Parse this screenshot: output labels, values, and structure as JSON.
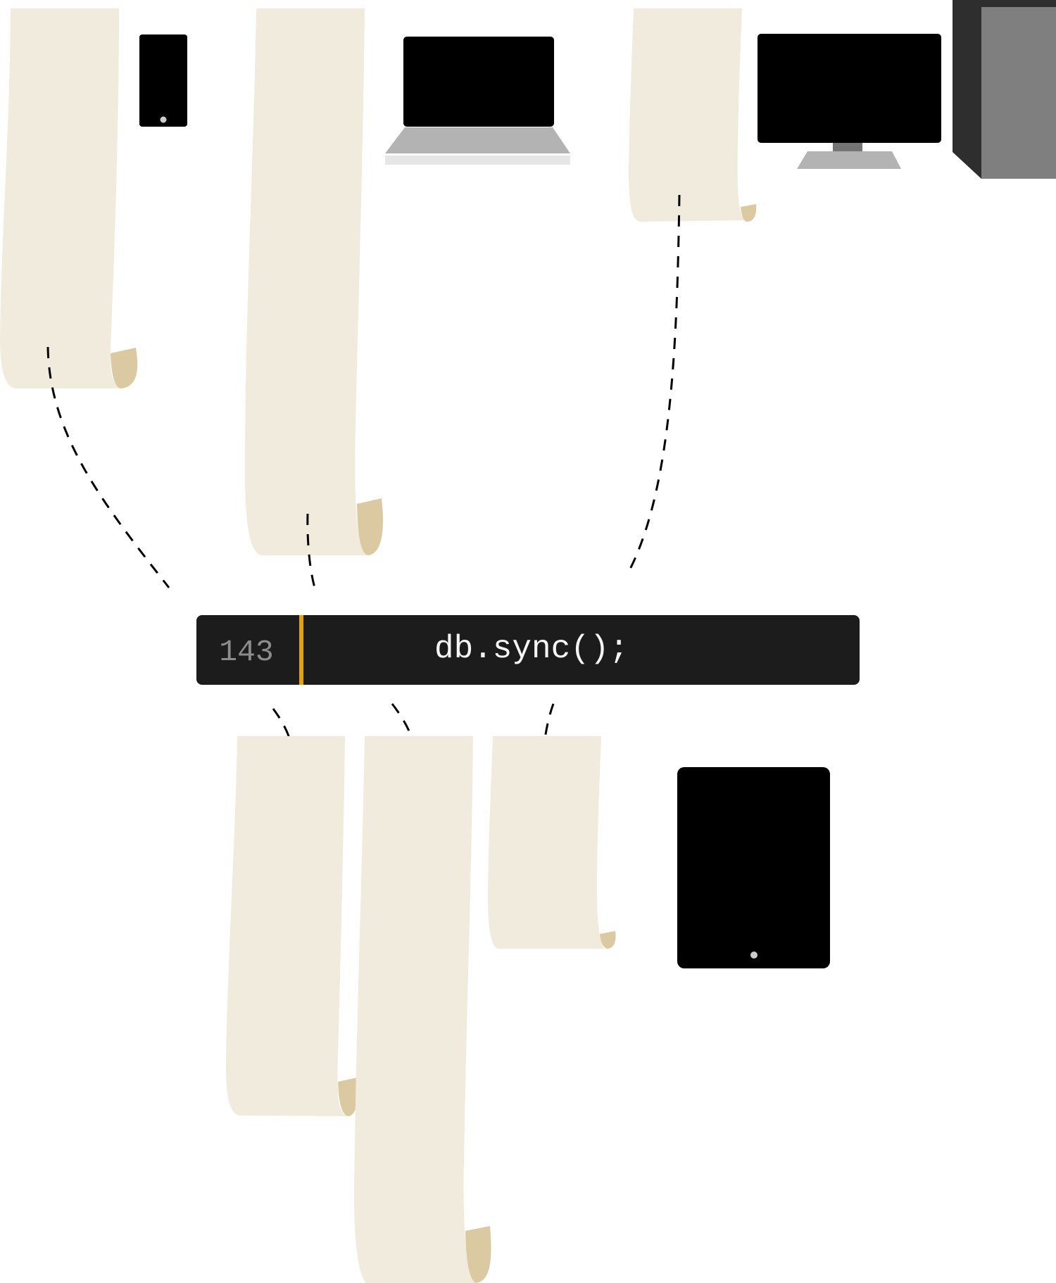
{
  "code_bar": {
    "line_number": "143",
    "code": "db.sync();",
    "colors": {
      "background": "#1c1c1c",
      "gutter_divider": "#e5a00d",
      "line_number": "#8c8c8c",
      "code": "#f5f5f5"
    }
  },
  "scrolls": {
    "colors": {
      "paper": "#f1ebde",
      "curl": "#dac9a1"
    },
    "items": [
      {
        "id": "scroll-top-1",
        "group": "above-code-bar"
      },
      {
        "id": "scroll-top-2",
        "group": "above-code-bar"
      },
      {
        "id": "scroll-top-3",
        "group": "above-code-bar"
      },
      {
        "id": "scroll-bottom-1",
        "group": "below-code-bar"
      },
      {
        "id": "scroll-bottom-2",
        "group": "below-code-bar"
      },
      {
        "id": "scroll-bottom-3",
        "group": "below-code-bar"
      }
    ]
  },
  "devices": {
    "colors": {
      "screen": "#000000",
      "button": "#cccccc",
      "laptop_base": "#b3b3b3",
      "laptop_lip": "#e6e6e6",
      "monitor_stand": "#757575",
      "monitor_foot": "#b3b3b3",
      "tower_side": "#2e2e2e",
      "tower_front": "#7f7f7f"
    },
    "items": [
      {
        "id": "phone",
        "icon": "phone-icon"
      },
      {
        "id": "laptop",
        "icon": "laptop-icon"
      },
      {
        "id": "desktop-monitor",
        "icon": "monitor-icon"
      },
      {
        "id": "desktop-tower",
        "icon": "tower-icon"
      },
      {
        "id": "tablet",
        "icon": "tablet-icon"
      }
    ]
  },
  "connectors": {
    "style": "dashed",
    "color": "#000000"
  }
}
